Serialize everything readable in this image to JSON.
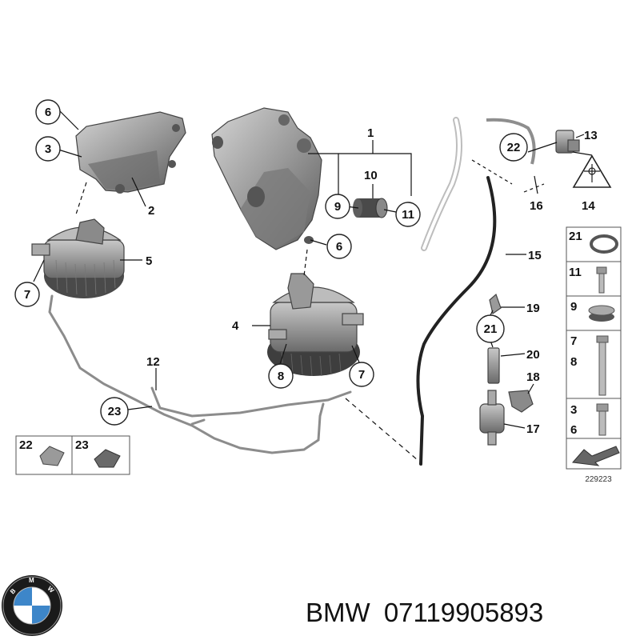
{
  "brand": "BMW",
  "logo_letters": "BMW",
  "part_number": "07119905893",
  "reference_number": "229223",
  "callouts": {
    "c1": "1",
    "c2": "2",
    "c3": "3",
    "c4": "4",
    "c5": "5",
    "c6a": "6",
    "c6b": "6",
    "c7a": "7",
    "c7b": "7",
    "c8": "8",
    "c9": "9",
    "c10": "10",
    "c11": "11",
    "c12": "12",
    "c13": "13",
    "c14": "14",
    "c15": "15",
    "c16": "16",
    "c17": "17",
    "c18": "18",
    "c19": "19",
    "c20": "20",
    "c21": "21",
    "c22": "22",
    "c23": "23"
  },
  "parts_table": [
    "21",
    "11",
    "9",
    "7",
    "8",
    "3",
    "6"
  ],
  "bottom_legend": [
    "22",
    "23"
  ]
}
